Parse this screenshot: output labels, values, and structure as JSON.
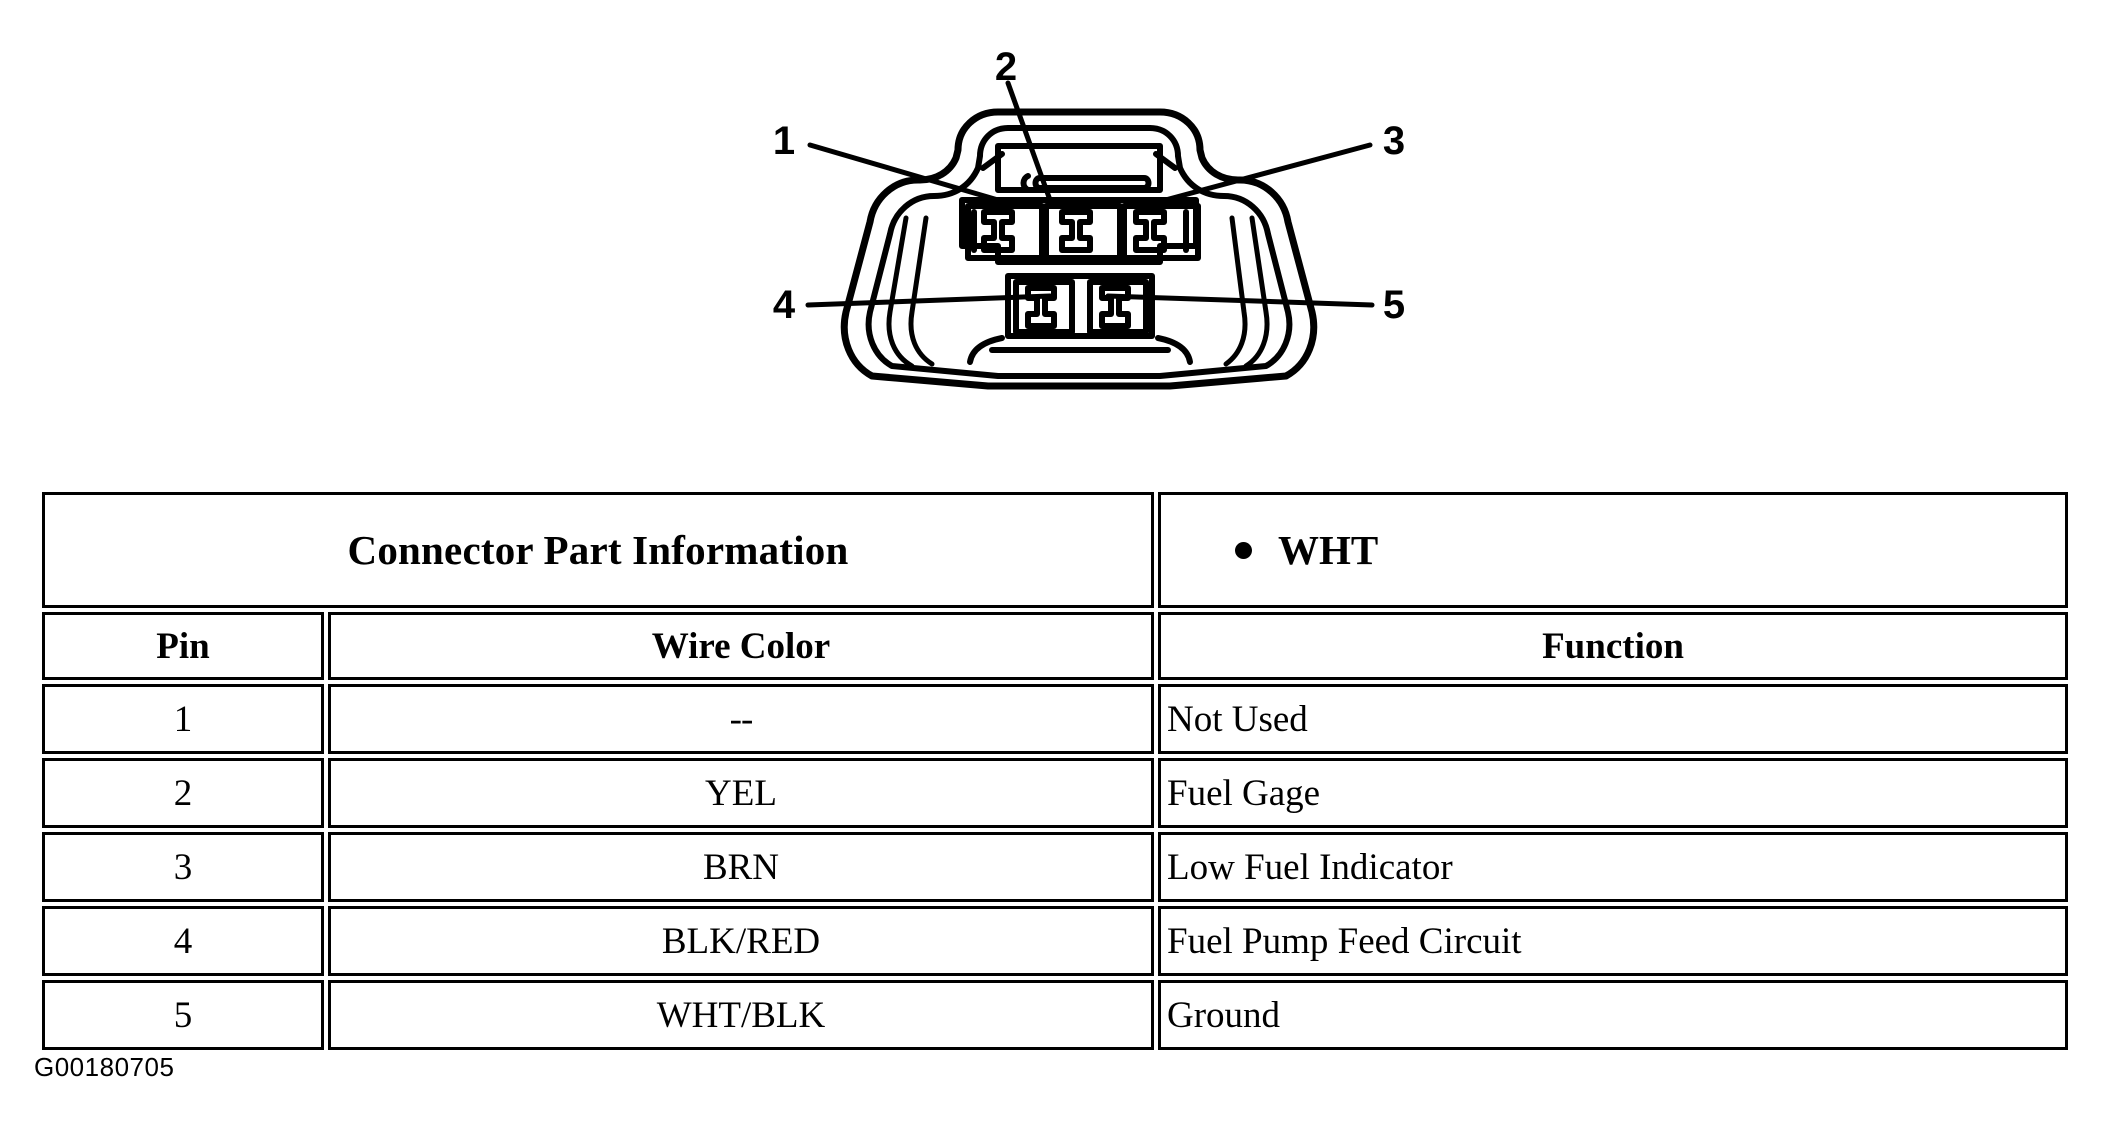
{
  "figure": {
    "id_label": "G00180705",
    "callouts": [
      {
        "label": "1",
        "pin": 1
      },
      {
        "label": "2",
        "pin": 2
      },
      {
        "label": "3",
        "pin": 3
      },
      {
        "label": "4",
        "pin": 4
      },
      {
        "label": "5",
        "pin": 5
      }
    ],
    "description": "5-way electrical connector face view with three upper terminal cavities and two lower terminal cavities"
  },
  "table": {
    "part_info_title": "Connector Part Information",
    "connector_color": {
      "bullet": "•",
      "label": "WHT"
    },
    "columns": {
      "pin": "Pin",
      "wire_color": "Wire Color",
      "function": "Function"
    },
    "rows": [
      {
        "pin": "1",
        "wire_color": "--",
        "function": "Not Used"
      },
      {
        "pin": "2",
        "wire_color": "YEL",
        "function": "Fuel Gage"
      },
      {
        "pin": "3",
        "wire_color": "BRN",
        "function": "Low Fuel Indicator"
      },
      {
        "pin": "4",
        "wire_color": "BLK/RED",
        "function": "Fuel Pump Feed Circuit"
      },
      {
        "pin": "5",
        "wire_color": "WHT/BLK",
        "function": "Ground"
      }
    ]
  },
  "colors": {
    "ink": "#000000",
    "paper": "#ffffff"
  }
}
